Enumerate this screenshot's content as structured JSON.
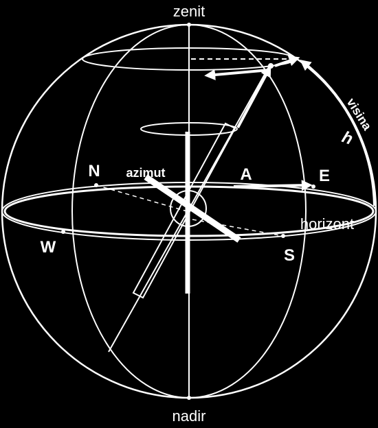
{
  "labels": {
    "zenith": "zenit",
    "nadir": "nadir",
    "north": "N",
    "east": "E",
    "south": "S",
    "west": "W",
    "azimuth": "azimut",
    "azimuth_symbol": "A",
    "horizon": "horizont",
    "altitude": "visina",
    "altitude_symbol": "h"
  },
  "colors": {
    "background": "#000000",
    "line": "#ffffff"
  }
}
